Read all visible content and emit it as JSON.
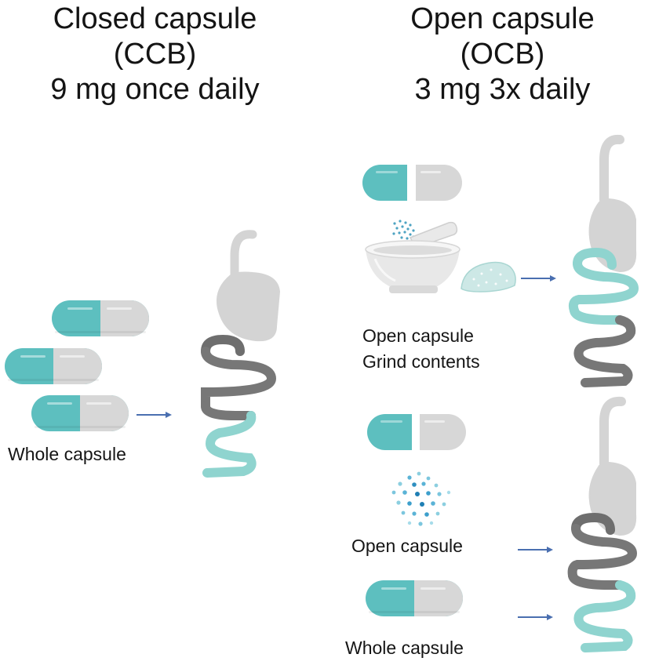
{
  "left_panel": {
    "title_lines": [
      "Closed capsule",
      "(CCB)",
      "9 mg once daily"
    ],
    "label": "Whole capsule"
  },
  "right_panel": {
    "title_lines": [
      "Open capsule",
      "(OCB)",
      "3 mg 3x daily"
    ],
    "ground_label_lines": [
      "Open capsule",
      "Grind contents"
    ],
    "open_label": "Open capsule",
    "whole_label": "Whole capsule"
  },
  "colors": {
    "teal": "#5dbfbf",
    "teal_light": "#8fd4cf",
    "capsule_gray": "#d7d7d7",
    "organ_light": "#d4d4d4",
    "organ_dark": "#777777",
    "arrow": "#4a6fb0"
  }
}
